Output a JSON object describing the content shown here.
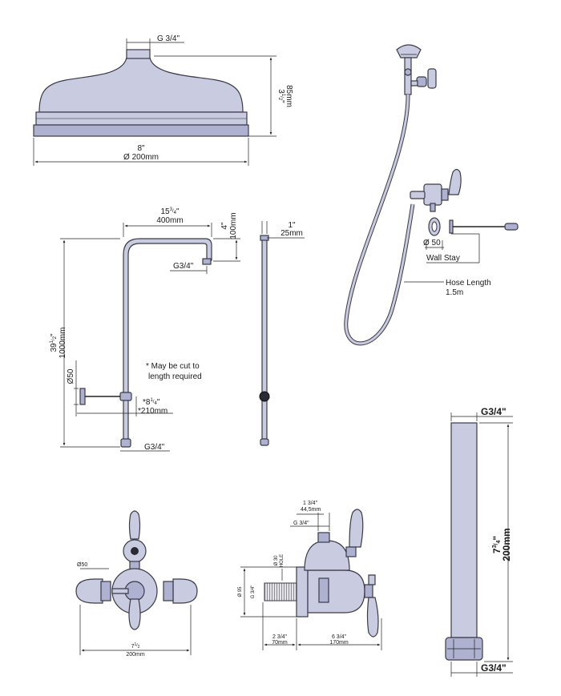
{
  "shower_head": {
    "inlet": "G 3/4\"",
    "height_in_whole": "3",
    "height_in_frac_num": "1",
    "height_in_frac_den": "2",
    "height_in_mark": "\"",
    "height_mm": "85mm",
    "width_in": "8\"",
    "width_mm": "Ø 200mm"
  },
  "riser_rail": {
    "arm_in_whole": "15",
    "arm_in_frac_num": "3",
    "arm_in_frac_den": "4",
    "arm_in_mark": "\"",
    "arm_mm": "400mm",
    "drop_in": "4\"",
    "drop_mm": "100mm",
    "arm_thread": "G3/4\"",
    "height_in_whole": "39",
    "height_in_frac_num": "1",
    "height_in_frac_den": "2",
    "height_in_mark": "\"",
    "height_mm": "1000mm",
    "bracket_dia": "Ø50",
    "note_line1": "* May be cut to",
    "note_line2": "length required",
    "inlet_in_whole": "*8",
    "inlet_in_frac_num": "1",
    "inlet_in_frac_den": "4",
    "inlet_in_mark": "\"",
    "inlet_mm": "*210mm",
    "bottom_thread": "G3/4\""
  },
  "rail_side": {
    "dia_in": "1\"",
    "dia_mm": "25mm"
  },
  "handset_kit": {
    "wall_stay_dia": "Ø 50",
    "wall_stay_label": "Wall Stay",
    "hose_label_line1": "Hose Length",
    "hose_label_line2": "1.5m"
  },
  "extension_pipe": {
    "top_thread": "G3/4\"",
    "length_in_whole": "7",
    "length_in_frac_num": "3",
    "length_in_frac_den": "4",
    "length_in_mark": "\"",
    "length_mm": "200mm",
    "bottom_thread": "G3/4\""
  },
  "valve_front": {
    "flange_dia": "Ø50",
    "width_in_whole": "7",
    "width_in_frac_num": "1",
    "width_in_frac_den": "2",
    "width_mm": "200mm"
  },
  "valve_side": {
    "outlet_in": "1 3/4\"",
    "outlet_mm": "44,5mm",
    "outlet_thread": "G 3/4\"",
    "hole_line1": "Ø 30",
    "hole_line2": "HOLE",
    "body_dia": "Ø 95",
    "inlet_thread": "G 3/4\"",
    "depth_in": "2 3/4\"",
    "depth_mm": "70mm",
    "projection_in": "6 3/4\"",
    "projection_mm": "170mm"
  }
}
